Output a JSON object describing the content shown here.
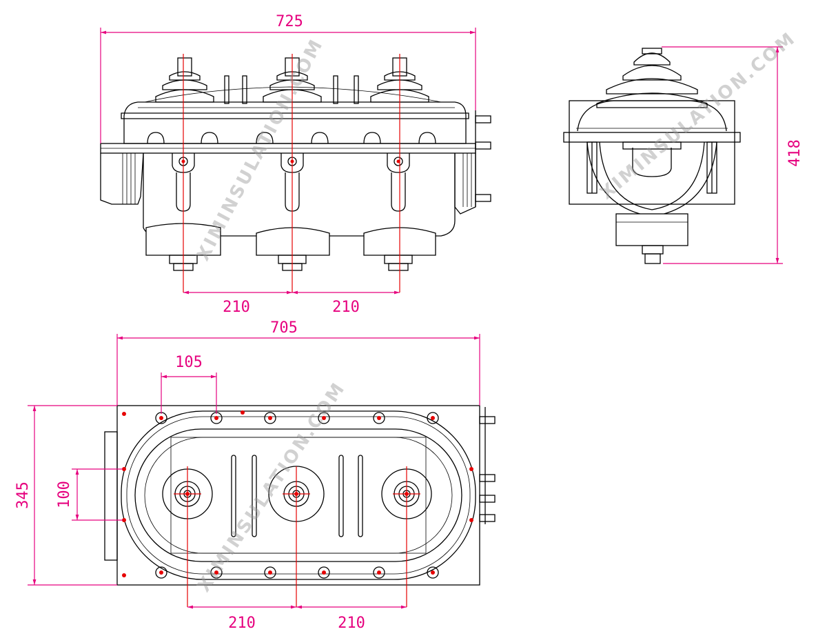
{
  "dimensions": {
    "front_overall_width": "725",
    "front_pitch_left": "210",
    "front_pitch_right": "210",
    "side_height": "418",
    "top_overall_width": "705",
    "top_hole_spacing": "105",
    "top_depth": "345",
    "top_hole_spacing_vertical": "100",
    "top_pitch_left": "210",
    "top_pitch_right": "210"
  },
  "watermark": {
    "front": "XIMINSULATION.COM",
    "side": "XIMINSULATION.COM",
    "top": "XIMINSULATION.COM"
  },
  "colors": {
    "dimension": "#e6007e",
    "centerline": "#e60000",
    "outline": "#000000"
  }
}
